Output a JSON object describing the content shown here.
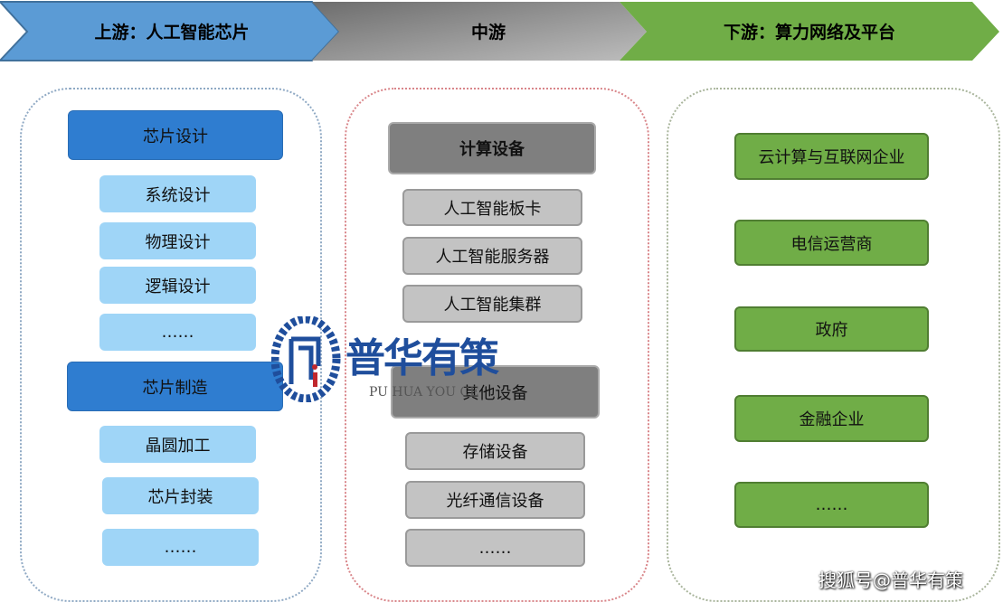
{
  "header": {
    "upstream": "上游：人工智能芯片",
    "midstream": "中游",
    "downstream": "下游：算力网络及平台"
  },
  "upstream": {
    "group1": {
      "title": "芯片设计",
      "items": [
        "系统设计",
        "物理设计",
        "逻辑设计",
        "……"
      ]
    },
    "group2": {
      "title": "芯片制造",
      "items": [
        "晶圆加工",
        "芯片封装",
        "……"
      ]
    }
  },
  "midstream": {
    "group1": {
      "title": "计算设备",
      "items": [
        "人工智能板卡",
        "人工智能服务器",
        "人工智能集群"
      ]
    },
    "group2": {
      "title": "其他设备",
      "items": [
        "存储设备",
        "光纤通信设备",
        "……"
      ]
    }
  },
  "downstream": {
    "items": [
      "云计算与互联网企业",
      "电信运营商",
      "政府",
      "金融企业",
      "……"
    ]
  },
  "logo": {
    "name": "普华有策",
    "subtitle": "PU HUA YOU CE"
  },
  "watermark": "搜狐号@普华有策"
}
